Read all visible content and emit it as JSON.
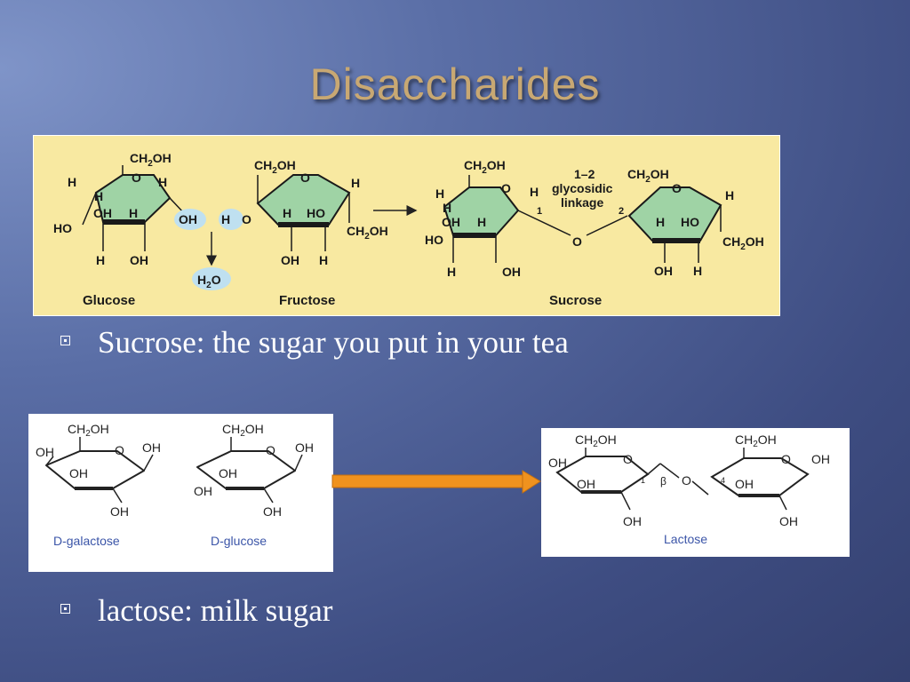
{
  "slide": {
    "title": "Disaccharides",
    "bullets": [
      {
        "text": "Sucrose: the sugar you put in your tea"
      },
      {
        "text": "lactose: milk sugar"
      }
    ]
  },
  "sucrose_figure": {
    "glucose_label": "Glucose",
    "fructose_label": "Fructose",
    "sucrose_label": "Sucrose",
    "linkage_line1": "1–2",
    "linkage_line2": "glycosidic",
    "linkage_line3": "linkage",
    "ch2oh": "CH2OH",
    "water": "H2O",
    "oh": "OH",
    "ho": "HO",
    "h": "H",
    "o": "O",
    "n1": "1",
    "n2": "2"
  },
  "lactose_figure": {
    "galactose_label": "D-galactose",
    "glucose_label": "D-glucose",
    "lactose_label": "Lactose",
    "beta": "β",
    "n1": "1",
    "n4": "4"
  },
  "colors": {
    "title": "#c8a873",
    "ring_fill": "#9fd3a5",
    "yellow_panel": "#f8e9a1",
    "water_bubble": "#bfe0f0",
    "orange_arrow": "#f0921e",
    "caption_blue": "#3b55a8"
  }
}
